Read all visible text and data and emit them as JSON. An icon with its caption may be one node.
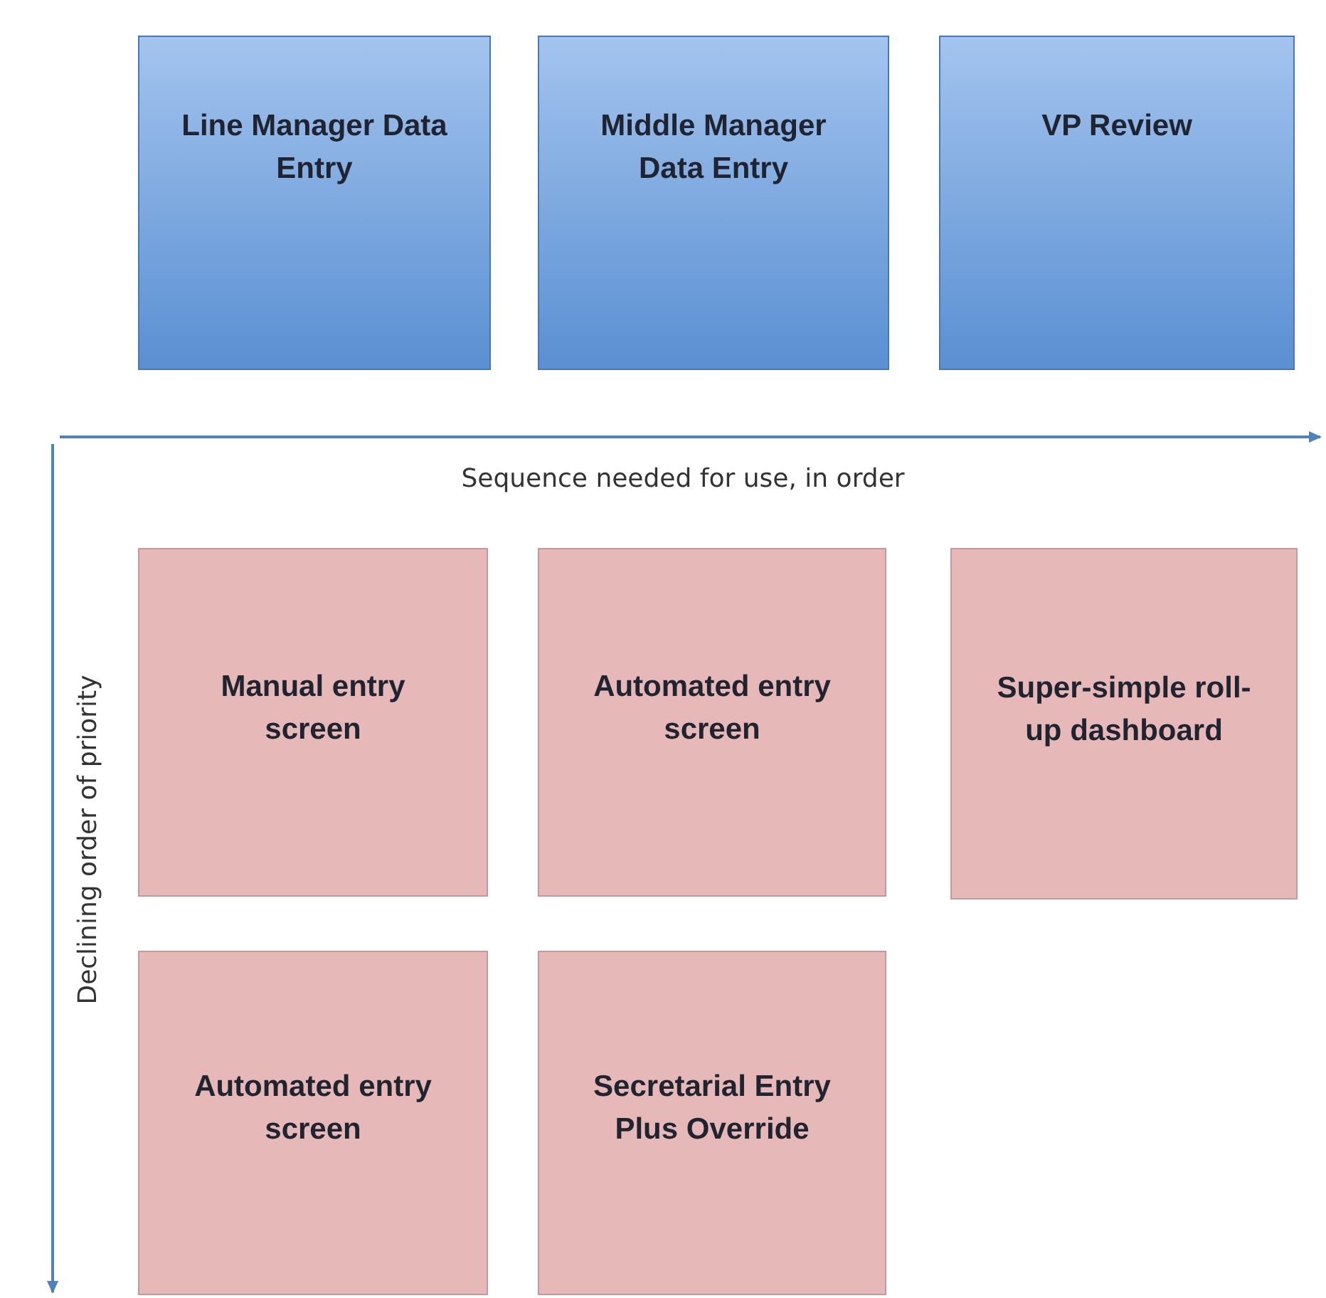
{
  "diagram": {
    "nodes": [
      {
        "text": [
          "Line Manager Data Entry"
        ]
      },
      {
        "text": [
          "Middle Manager Data Entry"
        ]
      },
      {
        "text": [
          "VP Review"
        ]
      },
      {
        "text": [
          "Manual entry screen"
        ]
      },
      {
        "text": [
          "Automated entry screen"
        ]
      },
      {
        "text": [
          "Super-simple roll-up dashboard"
        ]
      },
      {
        "text": [
          "Automated entry screen"
        ]
      },
      {
        "text": [
          "Secretarial Entry Plus Override"
        ]
      }
    ],
    "labels": [
      "Sequence needed for use, in order",
      "Declining order of priority"
    ]
  }
}
